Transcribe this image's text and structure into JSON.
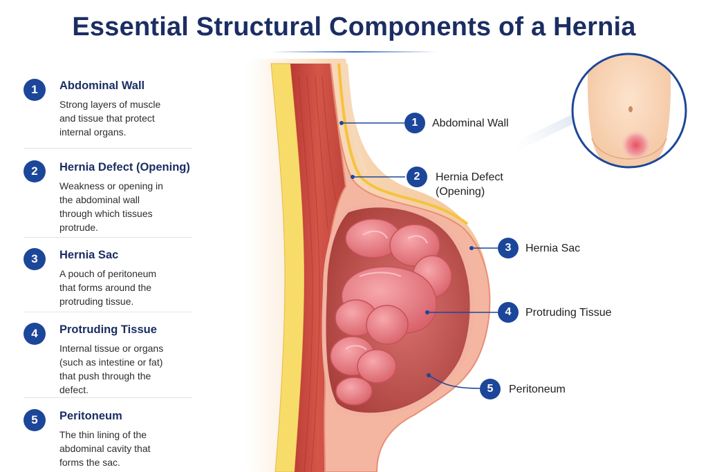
{
  "title": "Essential Structural Components of a Hernia",
  "components": [
    {
      "number": "1",
      "heading": "Abdominal Wall",
      "description": "Strong layers of muscle\nand tissue that protect\ninternal organs."
    },
    {
      "number": "2",
      "heading": "Hernia Defect (Opening)",
      "description": "Weakness or opening in\nthe abdominal wall\nthrough which tissues\nprotrude."
    },
    {
      "number": "3",
      "heading": "Hernia Sac",
      "description": "A pouch of peritoneum\nthat forms around the\nprotruding tissue."
    },
    {
      "number": "4",
      "heading": "Protruding Tissue",
      "description": "Internal tissue or organs\n(such as intestine or fat)\nthat push through the\ndefect."
    },
    {
      "number": "5",
      "heading": "Peritoneum",
      "description": "The thin lining of the\nabdominal cavity that\nforms the sac."
    }
  ],
  "callouts": [
    {
      "number": "1",
      "label": "Abdominal Wall"
    },
    {
      "number": "2",
      "label": "Hernia Defect\n(Opening)"
    },
    {
      "number": "3",
      "label": "Hernia Sac"
    },
    {
      "number": "4",
      "label": "Protruding Tissue"
    },
    {
      "number": "5",
      "label": "Peritoneum"
    }
  ],
  "colors": {
    "title": "#1b2e63",
    "badge": "#1c4699",
    "muscle": "#c9473f",
    "skin": "#f6cfa6",
    "fat": "#f7dc6a",
    "intestine": "#ec7f86"
  }
}
